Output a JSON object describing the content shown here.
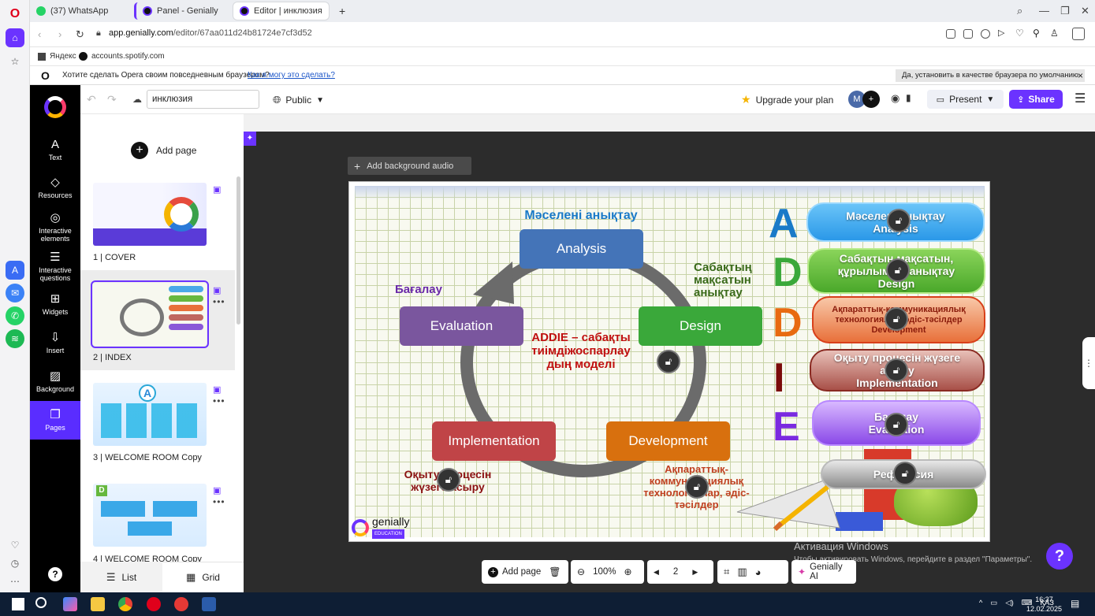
{
  "browser": {
    "tabs": [
      {
        "label": "(37) WhatsApp"
      },
      {
        "label": "Panel - Genially"
      },
      {
        "label": "Editor | инклюзия"
      }
    ],
    "new_tab": "+",
    "url_host": "app.genially.com",
    "url_path": "/editor/67aa011d24b81724e7cf3d52",
    "bookmarks": [
      "Яндекс",
      "accounts.spotify.com"
    ],
    "notice_text": "Хотите сделать Opera своим повседневным браузером?",
    "notice_link": "Как я могу это сделать?",
    "notice_button": "Да, установить в качестве браузера по умолчанию",
    "notice_close": "×"
  },
  "editor": {
    "title": "инклюзия",
    "visibility": "Public",
    "upgrade": "Upgrade your plan",
    "avatar": "M",
    "present": "Present",
    "share": "Share"
  },
  "sidebar": {
    "items": [
      {
        "icon": "A",
        "label": "Text"
      },
      {
        "icon": "◇",
        "label": "Resources"
      },
      {
        "icon": "◎",
        "label": "Interactive elements"
      },
      {
        "icon": "☰",
        "label": "Interactive questions"
      },
      {
        "icon": "⊞",
        "label": "Widgets"
      },
      {
        "icon": "⇩",
        "label": "Insert"
      },
      {
        "icon": "▨",
        "label": "Background"
      },
      {
        "icon": "❐",
        "label": "Pages"
      }
    ],
    "help": "?"
  },
  "pages_panel": {
    "add_page": "Add page",
    "pages": [
      {
        "label": "1 |  COVER"
      },
      {
        "label": "2 |  INDEX"
      },
      {
        "label": "3 |  WELCOME ROOM Copy"
      },
      {
        "label": "4 |  WELCOME ROOM Copy"
      }
    ],
    "list": "List",
    "grid": "Grid"
  },
  "canvas": {
    "add_background_audio": "Add background audio"
  },
  "slide": {
    "phases": {
      "analysis": "Analysis",
      "design": "Design",
      "development": "Development",
      "implementation": "Implementation",
      "evaluation": "Evaluation"
    },
    "kz_labels": {
      "analysis": "Мәселені анықтау",
      "design": "Сабақтың мақсатын анықтау",
      "development": "Ақпараттық-коммуникациялық технологиялар, әдіс-тәсілдер",
      "implementation": "Оқыту процесін жүзеге асыру",
      "evaluation": "Бағалау"
    },
    "center_title": "ADDIE – сабақты тиімдіжоспарлау дың моделі",
    "letters": [
      "A",
      "D",
      "D",
      "I",
      "E"
    ],
    "pills": [
      {
        "line1": "Мәселені анықтау",
        "line2": "Analysis"
      },
      {
        "line1": "Сабақтың мақсатын, құрылымын анықтау",
        "line2": "Design"
      },
      {
        "line1": "Ақпараттық-коммуникациялық технологиялар, әдіс-тәсілдер",
        "line2": "Development"
      },
      {
        "line1": "Оқыту процесін жүзеге асыру",
        "line2": "Implementation"
      },
      {
        "line1": "Бағалау",
        "line2": "Evaluation"
      },
      {
        "line1": "Рефлексия",
        "line2": ""
      }
    ],
    "logo": "genially",
    "logo_badge": "EDUCATION"
  },
  "toolbar": {
    "add_page": "Add page",
    "zoom": "100%",
    "page": "2",
    "genially_ai": "Genially AI"
  },
  "activation": {
    "title": "Активация Windows",
    "subtitle": "Чтобы активировать Windows, перейдите в раздел \"Параметры\"."
  },
  "taskbar": {
    "lang": "ҚАЗ",
    "time": "16:37",
    "date": "12.02.2025"
  }
}
